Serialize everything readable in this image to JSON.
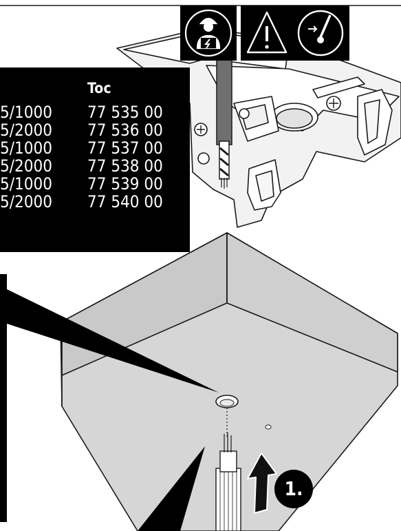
{
  "table": {
    "header": "Toc",
    "rows": [
      {
        "model": "5/1000",
        "ref": "77 535 00"
      },
      {
        "model": "5/2000",
        "ref": "77 536 00"
      },
      {
        "model": "5/1000",
        "ref": "77 537 00"
      },
      {
        "model": "5/2000",
        "ref": "77 538 00"
      },
      {
        "model": "5/1000",
        "ref": "77 539 00"
      },
      {
        "model": "5/2000",
        "ref": "77 540 00"
      }
    ]
  },
  "step": {
    "label": "1."
  },
  "icons": [
    "electrician-icon",
    "warning-icon",
    "switch-off-icon"
  ],
  "colors": {
    "panel": "#000000",
    "box_fill": "#d6d6d6",
    "box_inner": "#c8c8c8",
    "line": "#1a1a1a"
  }
}
